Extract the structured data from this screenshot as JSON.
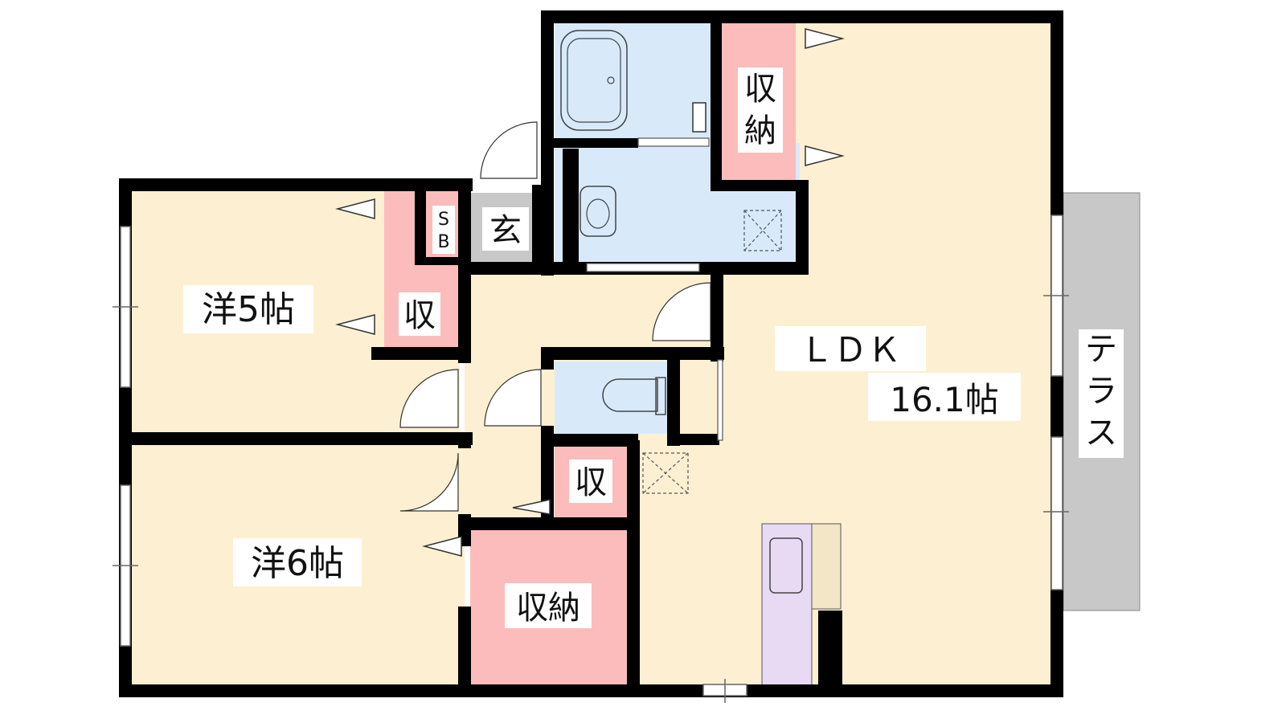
{
  "rooms": {
    "western_5": {
      "label": "洋5帖"
    },
    "western_6": {
      "label": "洋6帖"
    },
    "ldk": {
      "label": "ＬＤＫ",
      "size": "16.1帖"
    },
    "storage_top": {
      "label_1": "収",
      "label_2": "納"
    },
    "storage_big": {
      "label": "収納"
    },
    "storage_w5": {
      "label": "収"
    },
    "storage_hall": {
      "label": "収"
    },
    "entrance": {
      "label": "玄"
    },
    "shoe_box": {
      "label_1": "S",
      "label_2": "B"
    },
    "terrace": {
      "label_1": "テ",
      "label_2": "ラ",
      "label_3": "ス"
    }
  },
  "colors": {
    "room_floor": "#fdf0d2",
    "storage": "#fcbcbc",
    "wet_area": "#d8eafa",
    "entrance": "#c8c8c8",
    "kitchen": "#e8daf2",
    "terrace": "#c8c8c8",
    "wall": "#000000"
  }
}
